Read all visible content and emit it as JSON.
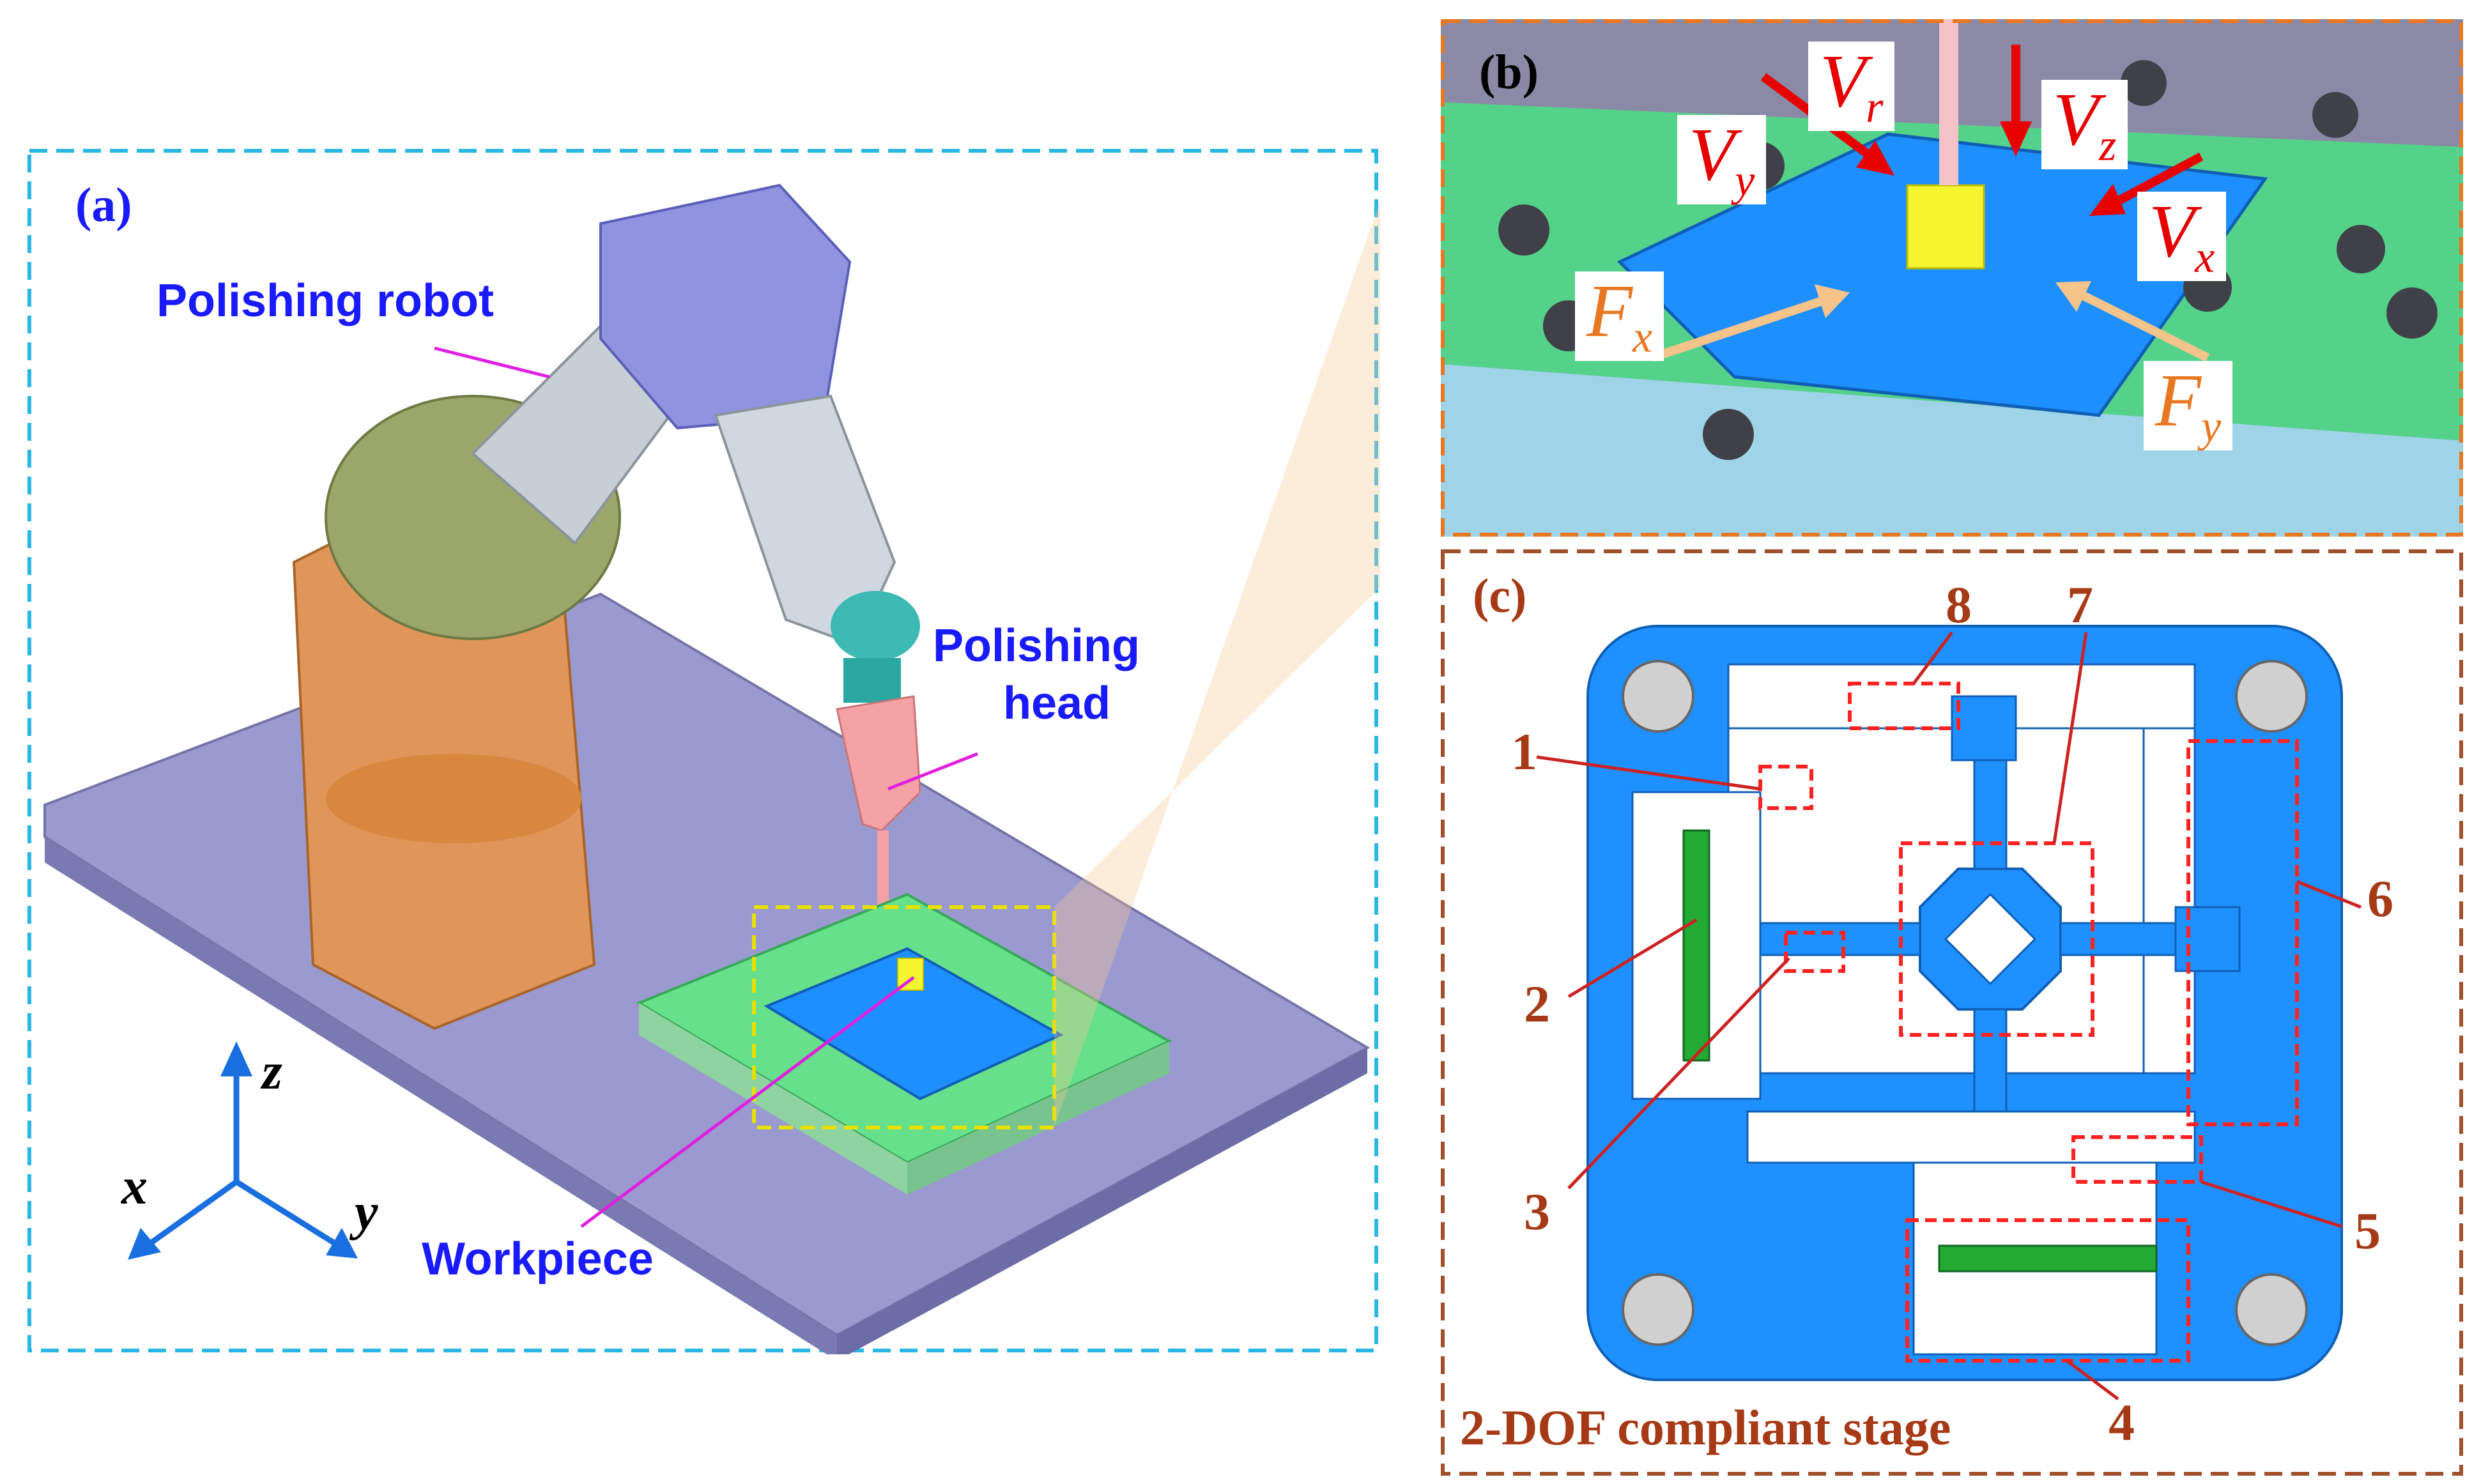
{
  "panel_a": {
    "label": "(a)",
    "robot_label": "Polishing robot",
    "head_label_line1": "Polishing",
    "head_label_line2": "head",
    "workpiece_label": "Workpiece",
    "axes": {
      "z": "z",
      "x": "x",
      "y": "y"
    }
  },
  "panel_b": {
    "label": "(b)",
    "vectors": [
      {
        "sym": "V",
        "sub": "r"
      },
      {
        "sym": "V",
        "sub": "y"
      },
      {
        "sym": "V",
        "sub": "z"
      },
      {
        "sym": "V",
        "sub": "x"
      },
      {
        "sym": "F",
        "sub": "x"
      },
      {
        "sym": "F",
        "sub": "y"
      }
    ]
  },
  "panel_c": {
    "label": "(c)",
    "caption": "2-DOF compliant stage",
    "numbers": [
      "1",
      "2",
      "3",
      "4",
      "5",
      "6",
      "7",
      "8"
    ]
  },
  "colors": {
    "panel_a_border": "#2bb7e6",
    "panel_b_border": "#e87722",
    "panel_c_border": "#a0502a",
    "stage_blue": "#1e90ff",
    "green_part": "#22aa33",
    "red_box": "#ff2222",
    "label_blue": "#1a1aff",
    "label_brown": "#a63a16"
  }
}
